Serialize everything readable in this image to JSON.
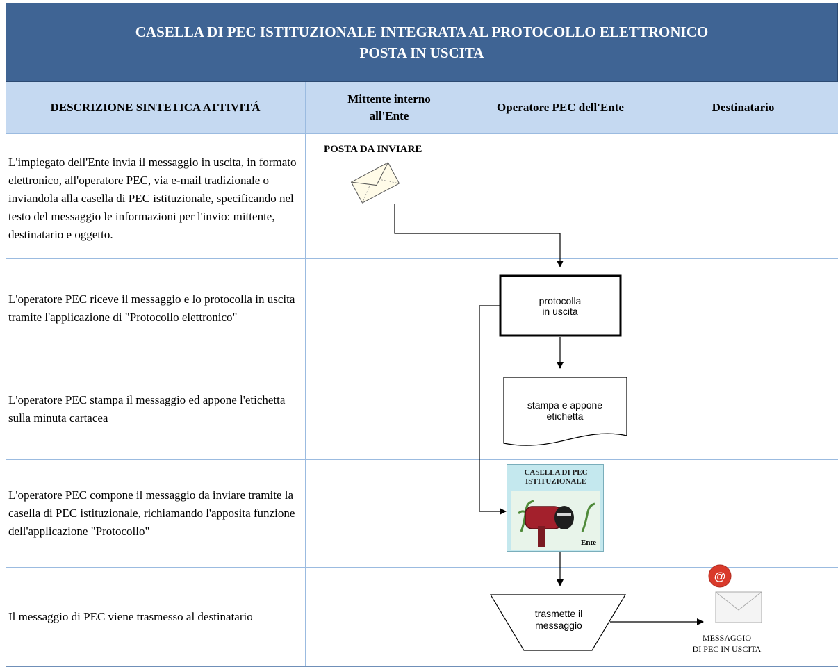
{
  "title": {
    "line1": "CASELLA DI PEC ISTITUZIONALE INTEGRATA AL PROTOCOLLO ELETTRONICO",
    "line2": "POSTA IN USCITA"
  },
  "headers": {
    "description": "DESCRIZIONE SINTETICA ATTIVITÁ",
    "sender": "Mittente interno all'Ente",
    "operator": "Operatore PEC dell'Ente",
    "recipient": "Destinatario"
  },
  "rows": [
    {
      "description": "L'impiegato dell'Ente invia il messaggio in uscita, in formato elettronico, all'operatore PEC, via e-mail tradizionale o inviandola alla casella di PEC istituzionale, specificando nel testo del messaggio le informazioni per l'invio: mittente, destinatario e oggetto."
    },
    {
      "description": "L'operatore PEC riceve il messaggio e lo protocolla in uscita tramite l'applicazione di \"Protocollo elettronico\""
    },
    {
      "description": "L'operatore PEC stampa il messaggio ed appone l'etichetta sulla minuta cartacea"
    },
    {
      "description": "L'operatore PEC compone il messaggio da inviare tramite la casella di PEC istituzionale, richiamando l'apposita funzione dell'applicazione \"Protocollo\""
    },
    {
      "description": "Il messaggio di PEC viene trasmesso al destinatario"
    }
  ],
  "nodes": {
    "posta_da_inviare": "POSTA DA INVIARE",
    "protocolla_line1": "protocolla",
    "protocolla_line2": "in uscita",
    "stampa_line1": "stampa e appone",
    "stampa_line2": "etichetta",
    "mailbox_title_line1": "CASELLA DI PEC",
    "mailbox_title_line2": "ISTITUZIONALE",
    "mailbox_ente": "Ente",
    "trasmette_line1": "trasmette il",
    "trasmette_line2": "messaggio",
    "msg_out_line1": "MESSAGGIO",
    "msg_out_line2": "DI PEC IN USCITA"
  },
  "colors": {
    "title_bg": "#3f6494",
    "header_bg": "#c5d9f1",
    "grid_line": "#9bbbe0"
  },
  "icons": [
    "envelope-icon",
    "mailbox-icon",
    "pec-email-icon"
  ]
}
